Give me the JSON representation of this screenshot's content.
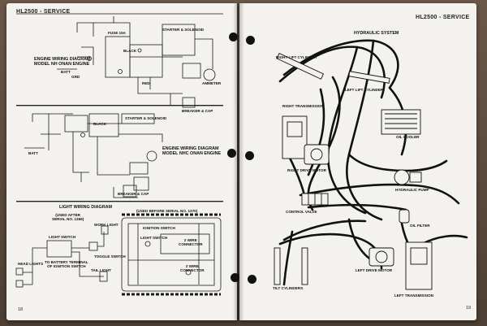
{
  "left_page": {
    "header": "HL2500 - SERVICE",
    "page_number": "18",
    "engine_diagram_title_1": "ENGINE WIRING DIAGRAM\nMODEL NH ONAN ENGINE",
    "engine_diagram_title_2": "ENGINE WIRING DIAGRAM\nMODEL NHC ONAN ENGINE",
    "light_diagram_title": "LIGHT WIRING DIAGRAM",
    "note_used_after": "(USED AFTER\nSERIAL NO. 1369)",
    "note_used_before": "(USED BEFORE SERIAL NO. 1370)",
    "labels": {
      "work_light": "WORK LIGHT",
      "toggle_switch": "TOGGLE SWITCH",
      "light_switch": "LIGHT SWITCH",
      "to_battery": "TO BATTERY TERMINAL\nOF IGNITION SWITCH",
      "head_lights": "HEAD LIGHTS",
      "tail_light": "TAIL LIGHT",
      "ignition_switch": "IGNITION SWITCH",
      "two_wire_connector_1": "2 WIRE\nCONNECTOR",
      "two_wire_connector_2": "2 WIRE\nCONNECTOR",
      "starter_solenoid": "STARTER & SOLENOID",
      "battery": "BATT",
      "ground": "GRD",
      "black": "BLACK",
      "red": "RED",
      "fuse": "FUSE 15A",
      "breaker": "BREAKER & CAP",
      "ammeter": "AMMETER"
    }
  },
  "right_page": {
    "header": "HL2500 - SERVICE",
    "page_number": "19",
    "title": "HYDRAULIC SYSTEM",
    "labels": {
      "right_lift_cylinder": "RIGHT LIFT CYLINDER",
      "left_lift_cylinder": "LEFT LIFT CYLINDER",
      "right_transmission": "RIGHT TRANSMISSION",
      "oil_cooler": "OIL COOLER",
      "right_drive_motor": "RIGHT DRIVE MOTOR",
      "hydraulic_pump": "HYDRAULIC PUMP",
      "control_valve": "CONTROL VALVE",
      "oil_filter": "OIL FILTER",
      "left_drive_motor": "LEFT DRIVE MOTOR",
      "tilt_cylinders": "TILT CYLINDERS",
      "left_transmission": "LEFT TRANSMISSION"
    }
  }
}
